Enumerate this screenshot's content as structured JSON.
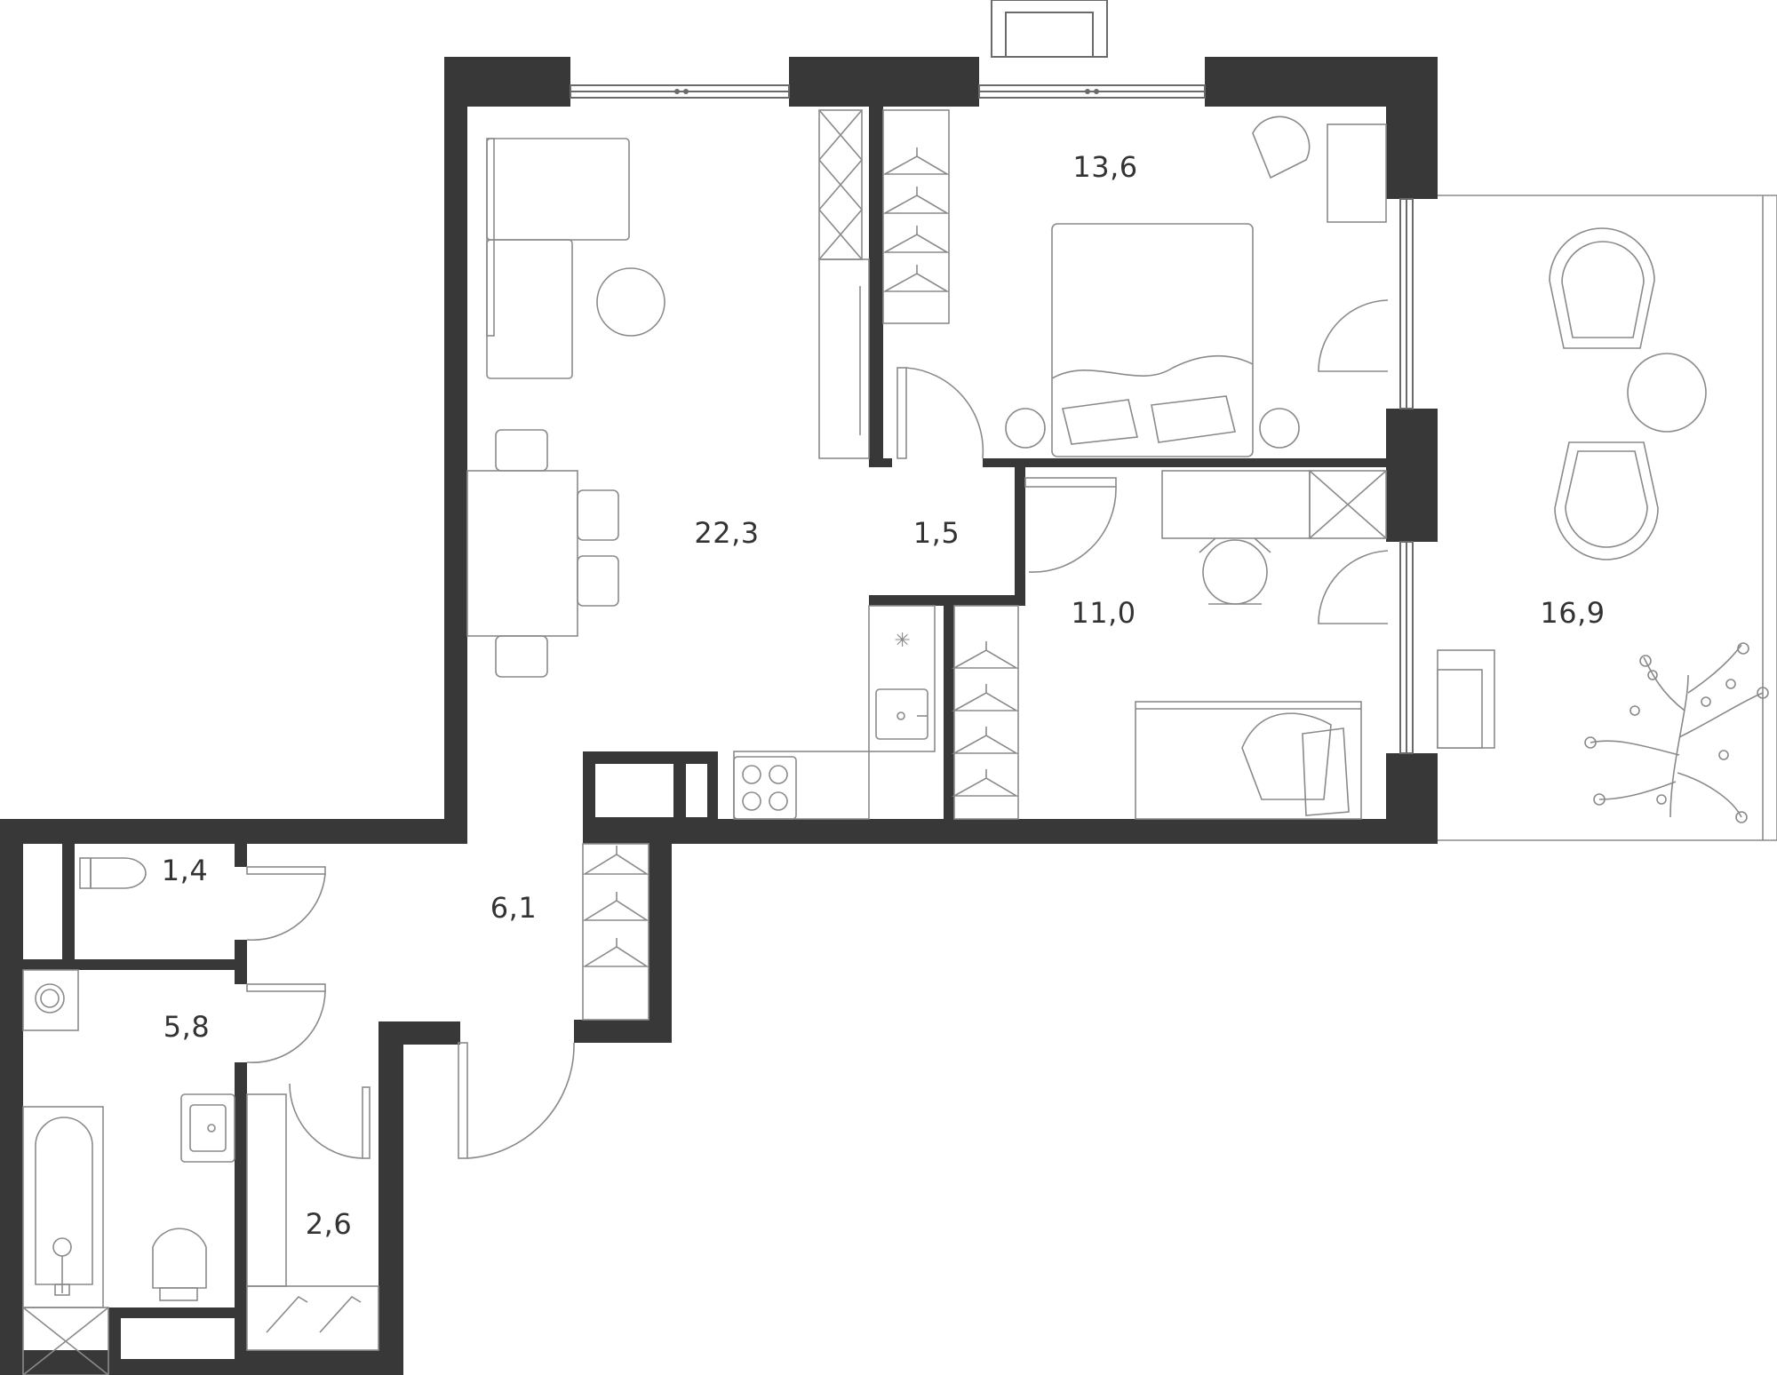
{
  "colors": {
    "wall": "#383838",
    "line": "#8a8a8a",
    "label": "#333333",
    "background": "#ffffff"
  },
  "rooms": [
    {
      "id": "living-kitchen",
      "area": "22,3"
    },
    {
      "id": "bedroom-1",
      "area": "13,6"
    },
    {
      "id": "hall-small",
      "area": "1,5"
    },
    {
      "id": "bedroom-2",
      "area": "11,0"
    },
    {
      "id": "balcony",
      "area": "16,9"
    },
    {
      "id": "toilet",
      "area": "1,4"
    },
    {
      "id": "corridor",
      "area": "6,1"
    },
    {
      "id": "bathroom",
      "area": "5,8"
    },
    {
      "id": "storage",
      "area": "2,6"
    }
  ],
  "icons": [
    "hanger-icon",
    "sofa-icon",
    "bed-icon",
    "chair-icon",
    "stove-icon",
    "sink-icon",
    "toilet-icon",
    "bathtub-icon",
    "plant-icon",
    "round-table-icon"
  ]
}
